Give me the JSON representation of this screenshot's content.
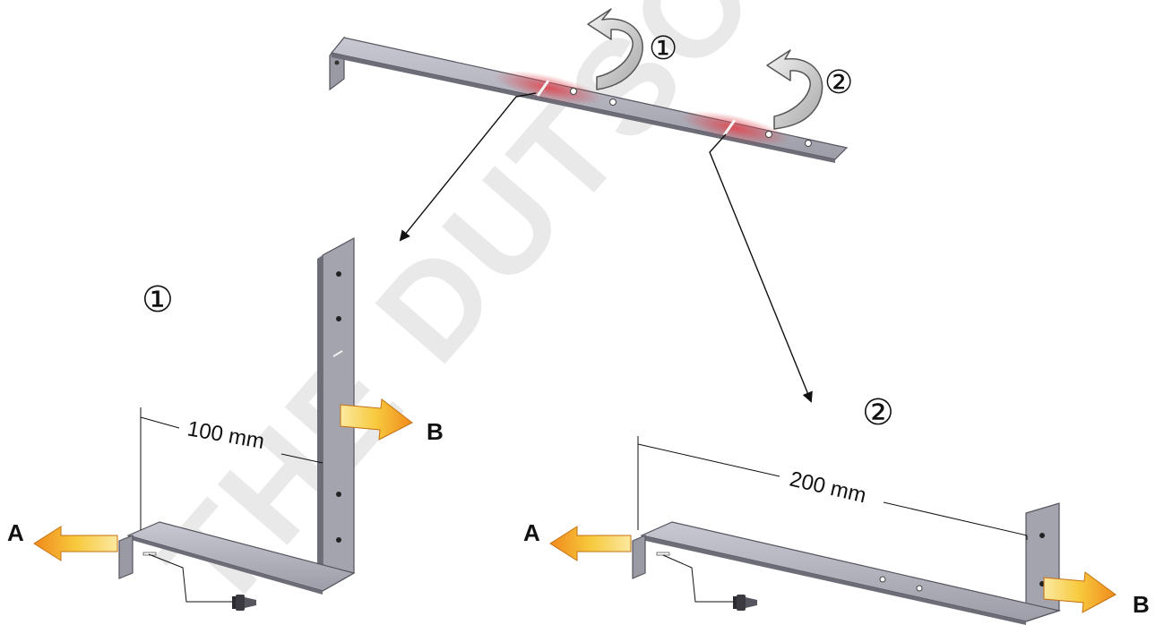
{
  "watermark": "THE DUTSCHE",
  "top_bracket": {
    "step_1_marker": "①",
    "step_2_marker": "②"
  },
  "result_1": {
    "marker": "①",
    "dimension": "100 mm",
    "arrow_a_label": "A",
    "arrow_b_label": "B"
  },
  "result_2": {
    "marker": "②",
    "dimension": "200 mm",
    "arrow_a_label": "A",
    "arrow_b_label": "B"
  },
  "colors": {
    "metal_top": "#b7b7c1",
    "metal_face": "#8f8f9a",
    "metal_edge": "#55555f",
    "score_highlight": "#e0454f",
    "arrow_orange": "#f0a020",
    "arrow_yellow": "#f8e060",
    "rotate_arrow_fill": "#bdbdbd"
  }
}
